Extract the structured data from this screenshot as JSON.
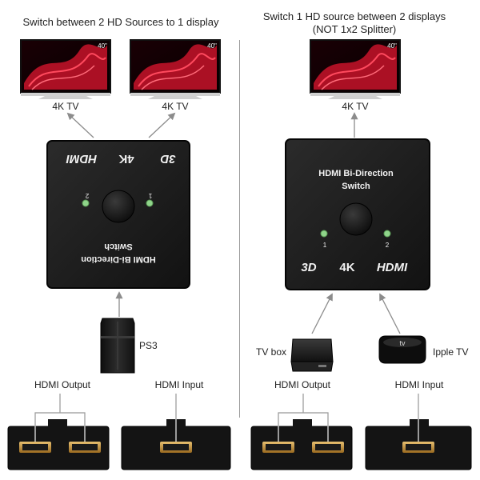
{
  "left": {
    "heading": "Switch between 2 HD Sources to 1 display",
    "tv_labels": [
      "4K TV",
      "4K TV"
    ],
    "tv_badges": [
      "40\"",
      "40\""
    ],
    "switch_text": {
      "hdmi_logo": "HDMI",
      "k4": "4K",
      "d3": "3D",
      "port_labels": [
        "2",
        "1"
      ],
      "title_line1": "HDMI Bi-Direction",
      "title_line2": "Switch"
    },
    "source_label": "PS3",
    "port_labels": [
      "HDMI Output",
      "HDMI Input"
    ]
  },
  "right": {
    "heading_line1": "Switch 1 HD source between 2 displays",
    "heading_line2": "(NOT 1x2 Splitter)",
    "tv_label": "4K TV",
    "tv_badge": "40\"",
    "switch_text": {
      "title_line1": "HDMI Bi-Direction",
      "title_line2": "Switch",
      "port_labels": [
        "1",
        "2"
      ],
      "d3": "3D",
      "k4": "4K",
      "hdmi_logo": "HDMI"
    },
    "source_labels": [
      "TV box",
      "Ipple TV"
    ],
    "port_labels": [
      "HDMI Output",
      "HDMI Input"
    ]
  },
  "colors": {
    "device": "#1c1c1c",
    "arrow": "#8c8c8c",
    "led": "#8fd48a",
    "screen_red": "#c8132a"
  }
}
